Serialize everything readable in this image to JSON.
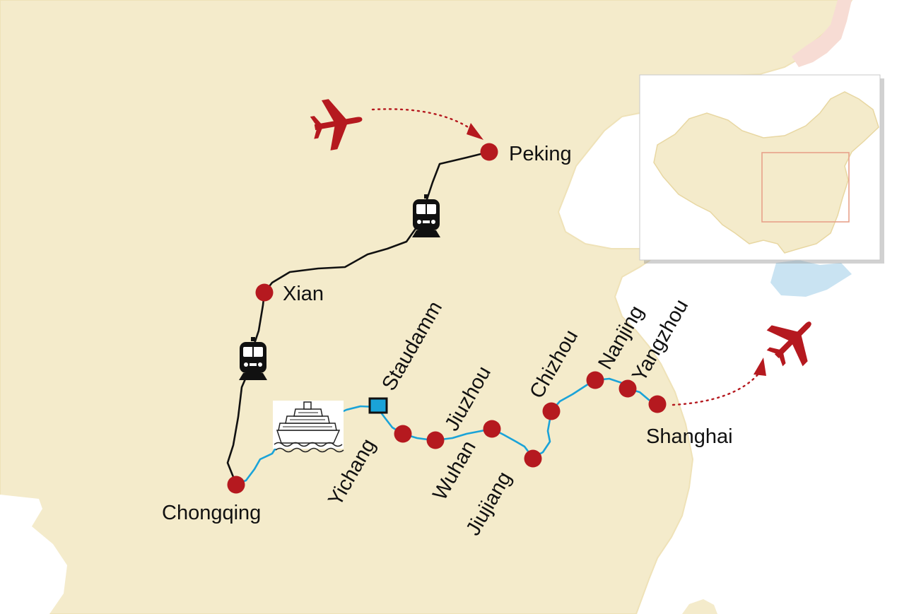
{
  "map": {
    "colors": {
      "land": "#f4ebcb",
      "land_border": "#efe2b8",
      "water": "#ffffff",
      "lake": "#c9e3f2",
      "pink_region": "#f7dcd4",
      "route_color": "#b5191f",
      "rail_line": "#111111",
      "river": "#1aa3d8",
      "dam_marker": "#1aa3d8",
      "inset_frame": "#e8a28a"
    },
    "cities": [
      {
        "id": "peking",
        "name": "Peking"
      },
      {
        "id": "xian",
        "name": "Xian"
      },
      {
        "id": "chongqing",
        "name": "Chongqing"
      },
      {
        "id": "staudamm",
        "name": "Staudamm"
      },
      {
        "id": "yichang",
        "name": "Yichang"
      },
      {
        "id": "jiuzhou",
        "name": "Jiuzhou"
      },
      {
        "id": "wuhan",
        "name": "Wuhan"
      },
      {
        "id": "jiujiang",
        "name": "Jiujiang"
      },
      {
        "id": "chizhou",
        "name": "Chizhou"
      },
      {
        "id": "nanjing",
        "name": "Nanjing"
      },
      {
        "id": "yangzhou",
        "name": "Yangzhou"
      },
      {
        "id": "shanghai",
        "name": "Shanghai"
      }
    ],
    "icons": {
      "arrival_flight": "airplane-icon",
      "departure_flight": "airplane-icon",
      "train": "train-icon",
      "ship": "cruise-ship-icon",
      "dam": "dam-marker-icon"
    },
    "legs": [
      {
        "from": "Peking",
        "to": "Xian",
        "mode": "train"
      },
      {
        "from": "Xian",
        "to": "Chongqing",
        "mode": "train"
      },
      {
        "from": "Chongqing",
        "to": "Shanghai",
        "mode": "ship"
      }
    ]
  }
}
